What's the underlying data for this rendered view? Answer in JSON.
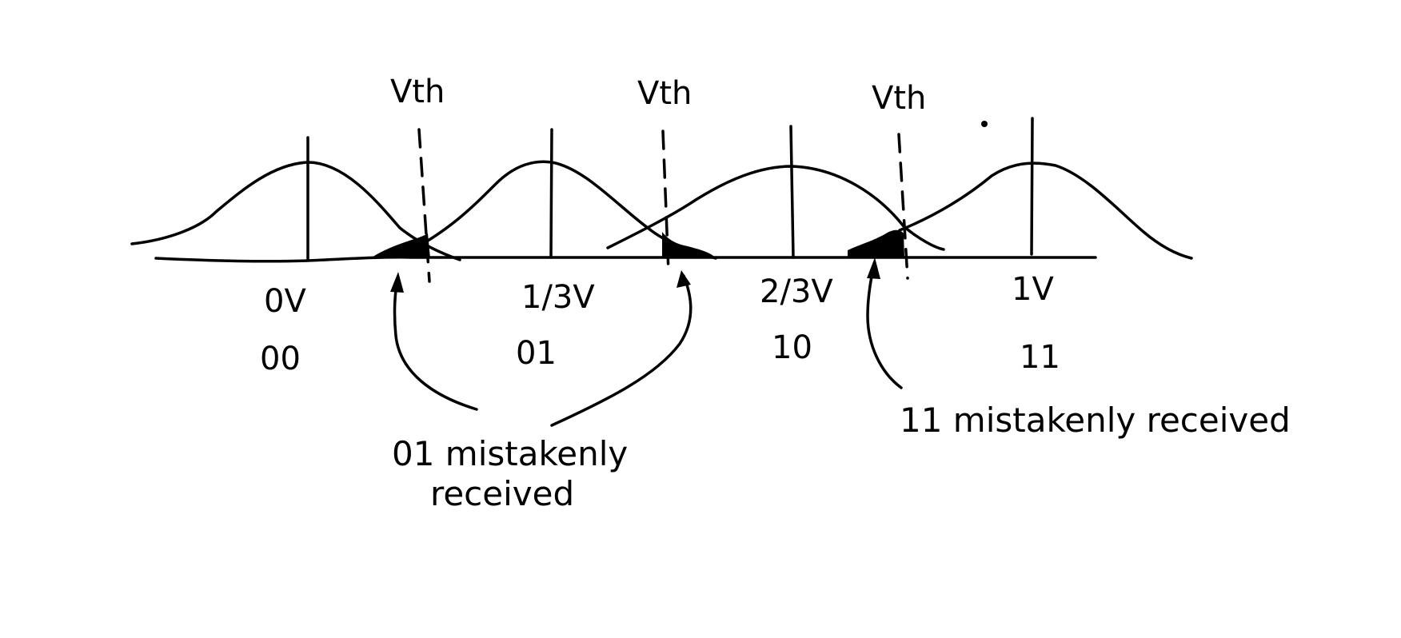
{
  "diagram": {
    "threshold_label": "Vth",
    "levels": [
      {
        "voltage": "0V",
        "bits": "00"
      },
      {
        "voltage": "1/3V",
        "bits": "01"
      },
      {
        "voltage": "2/3V",
        "bits": "10"
      },
      {
        "voltage": "1V",
        "bits": "11"
      }
    ],
    "annotations": {
      "left_line1": "01 mistakenly",
      "left_line2": "received",
      "right": "11 mistakenly received"
    },
    "ink_color": "#000000"
  }
}
